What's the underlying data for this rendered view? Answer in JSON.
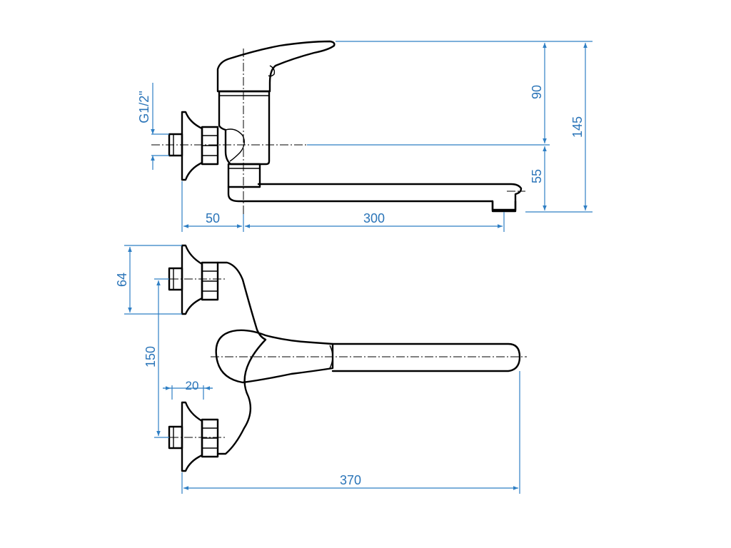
{
  "dimensions": {
    "thread": "G1/2\"",
    "handle_height": "90",
    "total_height": "145",
    "spout_height": "55",
    "wall_to_axis": "50",
    "spout_reach": "300",
    "flange_diameter": "64",
    "inlet_spacing": "150",
    "offset": "20",
    "total_length": "370"
  },
  "colors": {
    "outline": "#000000",
    "dimension": "#2f7fc4",
    "background": "#ffffff"
  }
}
